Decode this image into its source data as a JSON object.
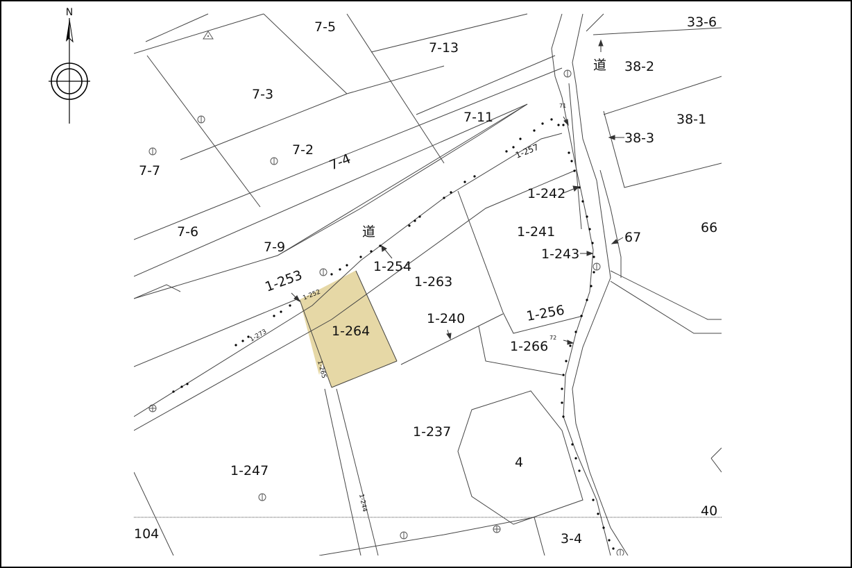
{
  "compass": {
    "north_label": "N"
  },
  "highlight_color": "#e6d8a6",
  "parcels": {
    "p7_5": "7-5",
    "p7_13": "7-13",
    "p7_3": "7-3",
    "p7_11": "7-11",
    "p7_2": "7-2",
    "p7_4": "7-4",
    "p7_7": "7-7",
    "p7_6": "7-6",
    "p7_9": "7-9",
    "p33_6": "33-6",
    "p38_2": "38-2",
    "p38_1": "38-1",
    "p38_3": "38-3",
    "p1_257": "1-257",
    "p1_242": "1-242",
    "p1_241": "1-241",
    "p1_243": "1-243",
    "p67": "67",
    "p66": "66",
    "p1_254": "1-254",
    "p1_253": "1-253",
    "p1_252": "1-252",
    "p1_263": "1-263",
    "p1_264": "1-264",
    "p1_240": "1-240",
    "p1_256": "1-256",
    "p1_266": "1-266",
    "p1_273": "1-273",
    "p1_265": "1-265",
    "p1_237": "1-237",
    "p4": "4",
    "p1_247": "1-247",
    "p1_244": "1-244",
    "p40": "40",
    "p104": "104",
    "p3_4": "3-4"
  },
  "road_labels": {
    "road1": "道",
    "road2": "道"
  },
  "point_labels": {
    "pt71": "71",
    "pt72": "72"
  }
}
